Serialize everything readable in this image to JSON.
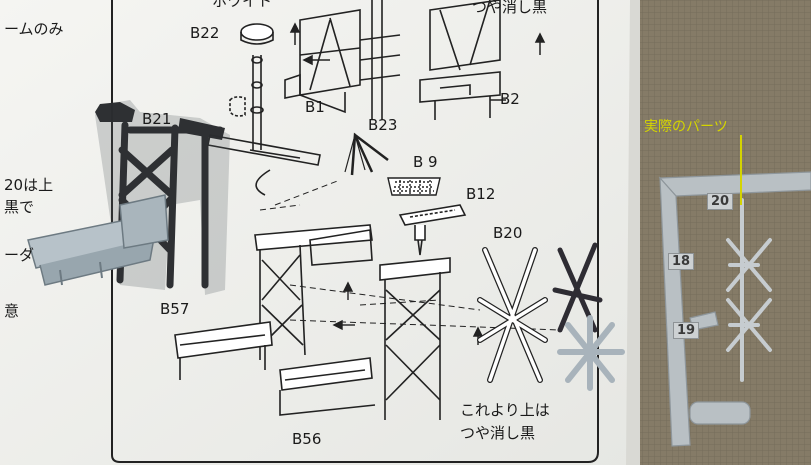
{
  "instructions": {
    "header_left": "ームのみ",
    "header_white": "ホワイト",
    "header_right": "つや消し黒",
    "left_fragments": [
      "20は上",
      "黒で",
      "ーダ",
      "意"
    ],
    "bottom_note": [
      "これより上は",
      "つや消し黒"
    ],
    "part_labels": {
      "b22": "B22",
      "b21": "B21",
      "b1": "B1",
      "b23": "B23",
      "b2": "B2",
      "b9": "B 9",
      "b12": "B12",
      "b20": "B20",
      "b57": "B57",
      "b56": "B56"
    }
  },
  "sprue": {
    "annotation": "実際のパーツ",
    "numbers": [
      "20",
      "18",
      "19"
    ]
  },
  "colors": {
    "paper": "#f2f2ee",
    "mat": "#8a7e6c",
    "sprue_gray": "#b9c0c4",
    "dark_part": "#2b2d30",
    "annotation_yellow": "#d4d400"
  }
}
